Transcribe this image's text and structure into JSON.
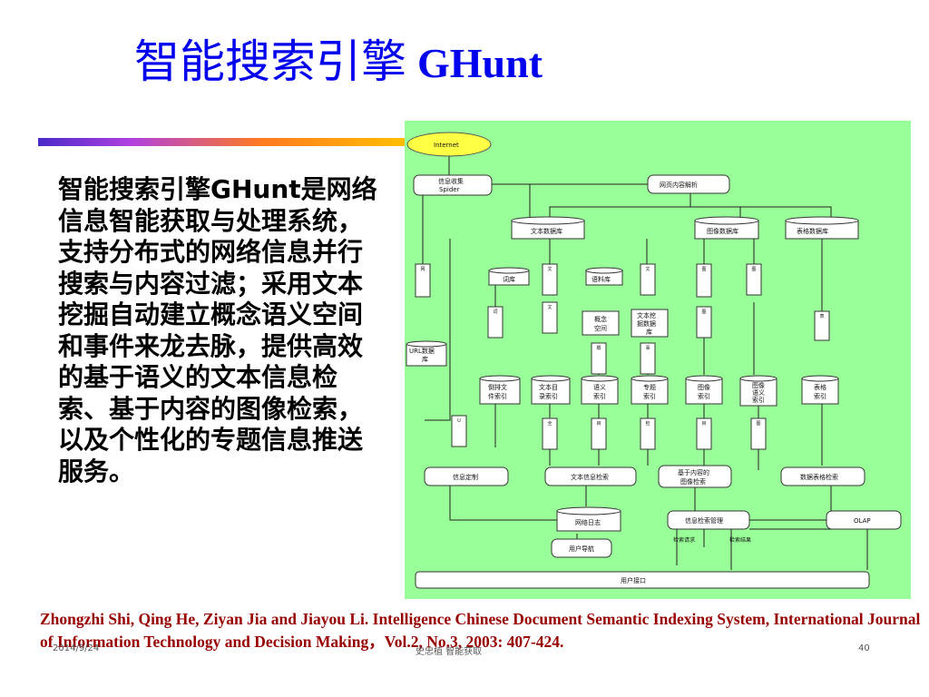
{
  "slide": {
    "title_cn": "智能搜索引擎",
    "title_en": "GHunt",
    "body": "智能搜索引擎GHunt是网络信息智能获取与处理系统，支持分布式的网络信息并行搜索与内容过滤；采用文本挖掘自动建立概念语义空间和事件来龙去脉，提供高效的基于语义的文本信息检索、基于内容的图像检索，以及个性化的专题信息推送服务。",
    "citation": "Zhongzhi Shi, Qing He, Ziyan Jia and Jiayou Li. Intelligence Chinese Document Semantic Indexing System, International Journal of Information Technology and Decision Making，Vol.2, No.3, 2003: 407-424.",
    "footer_date": "2014/9/24",
    "footer_center": "史忠植  智能获取",
    "footer_page": "40"
  },
  "diagram": {
    "internet": "Internet",
    "spider_l1": "信息收集",
    "spider_l2": "Spider",
    "parser": "网页内容解析",
    "text_db": "文本数据库",
    "image_db": "图像数据库",
    "table_db": "表格数据库",
    "dict": "词库",
    "corpus": "语料库",
    "concept_l1": "概念",
    "concept_l2": "空间",
    "textmine_l1": "文本挖",
    "textmine_l2": "掘数据",
    "textmine_l3": "库",
    "url_l1": "URL数据",
    "url_l2": "库",
    "inv_l1": "倒排文",
    "inv_l2": "件索引",
    "cat_l1": "文本目",
    "cat_l2": "录索引",
    "sem_l1": "语义",
    "sem_l2": "索引",
    "topic_l1": "专题",
    "topic_l2": "索引",
    "img_l1": "图像",
    "img_l2": "索引",
    "imgsem_l1": "图像",
    "imgsem_l2": "语义",
    "imgsem_l3": "索引",
    "tbl_l1": "表格",
    "tbl_l2": "索引",
    "custom": "信息定制",
    "textsearch": "文本信息检索",
    "cbir_l1": "基于内容的",
    "cbir_l2": "图像检索",
    "tblsearch": "数据表格检索",
    "netlog": "网络日志",
    "mgmt": "信息检索管理",
    "olap": "OLAP",
    "nav": "用户导航",
    "req": "检索请求",
    "res": "检索结果",
    "ui": "用户接口"
  }
}
